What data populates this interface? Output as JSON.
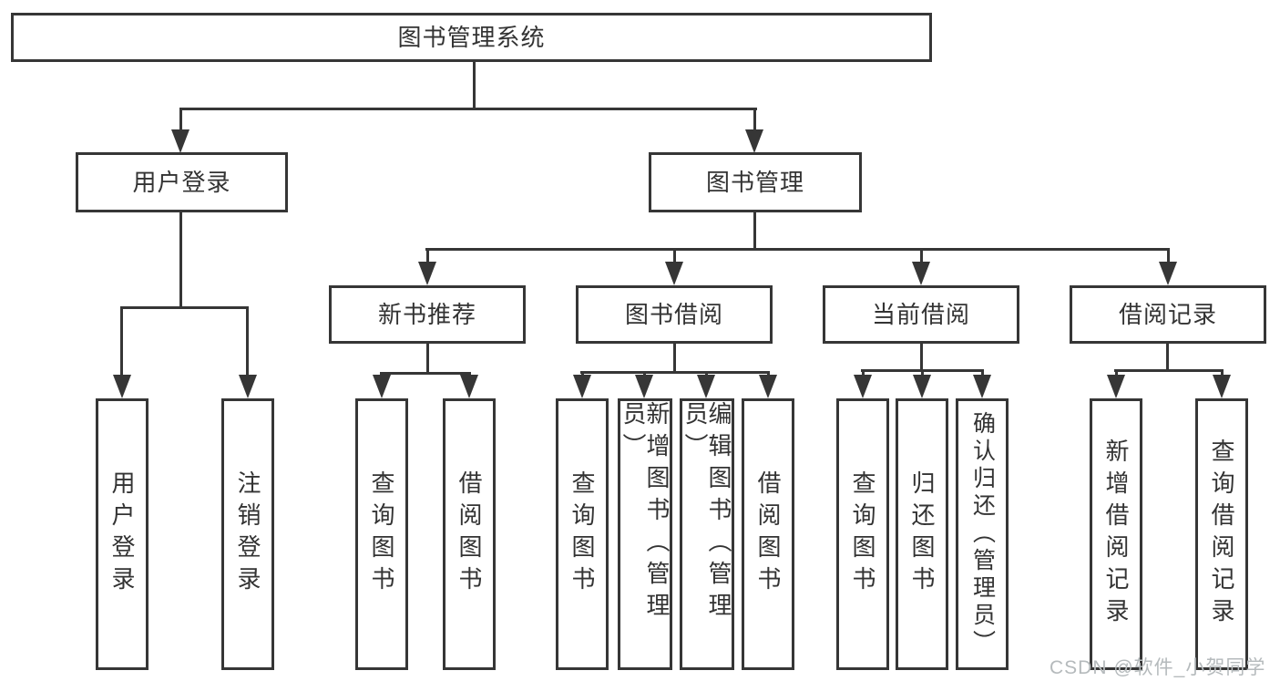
{
  "diagram": {
    "root": {
      "label": "图书管理系统"
    },
    "level2": [
      {
        "label": "用户登录"
      },
      {
        "label": "图书管理"
      }
    ],
    "level3": [
      {
        "label": "新书推荐"
      },
      {
        "label": "图书借阅"
      },
      {
        "label": "当前借阅"
      },
      {
        "label": "借阅记录"
      }
    ],
    "leaves": {
      "user_login": [
        {
          "label": "用户登录"
        },
        {
          "label": "注销登录"
        }
      ],
      "new_book_recommend": [
        {
          "label": "查询图书"
        },
        {
          "label": "借阅图书"
        }
      ],
      "book_borrow": [
        {
          "label": "查询图书"
        },
        {
          "label": "新增图书（管理员）"
        },
        {
          "label": "编辑图书（管理员）"
        },
        {
          "label": "借阅图书"
        }
      ],
      "current_borrow": [
        {
          "label": "查询图书"
        },
        {
          "label": "归还图书"
        },
        {
          "label": "确认归还（管理员）"
        }
      ],
      "borrow_records": [
        {
          "label": "新增借阅记录"
        },
        {
          "label": "查询借阅记录"
        }
      ]
    }
  },
  "watermark": {
    "text": "CSDN @软件_小贺同学"
  },
  "colors": {
    "line": "#363636",
    "text": "#333333",
    "background": "#ffffff",
    "watermark": "#b5babc"
  }
}
